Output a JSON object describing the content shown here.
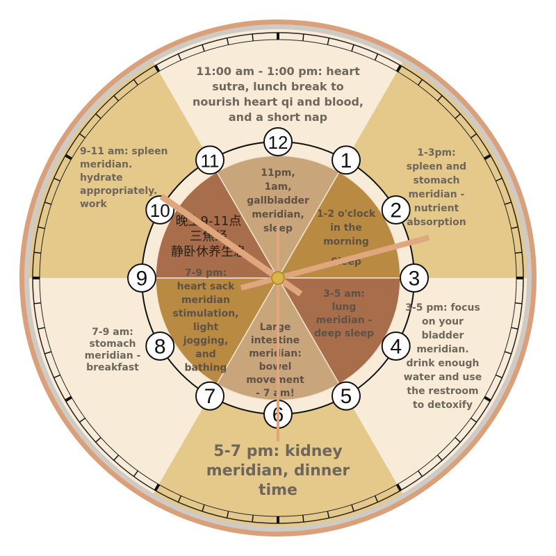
{
  "colors": {
    "rim": "#d9a07a",
    "dial_cream": "#f8ecd9",
    "dial_tan": "#e4c98b",
    "pie_light": "#c9a57b",
    "pie_gold": "#b88a42",
    "pie_brown": "#a86d4b",
    "hands": "#e0a67e",
    "text": "#6f665b"
  },
  "numerals": [
    "12",
    "1",
    "2",
    "3",
    "4",
    "5",
    "6",
    "7",
    "8",
    "9",
    "10",
    "11"
  ],
  "outer_notes": {
    "noon": [
      "11:00 am - 1:00 pm: heart",
      "sutra, lunch break to",
      "nourish heart qi and blood,",
      "and a short nap"
    ],
    "morning_9_11": [
      "9-11 am: spleen",
      "meridian.",
      "hydrate",
      "appropriately.",
      "work"
    ],
    "afternoon_1_3": [
      "1-3pm:",
      "spleen and",
      "stomach",
      "meridian -",
      "nutrient",
      "absorption"
    ],
    "morning_7_9": [
      "7-9 am:",
      "stomach",
      "meridian -",
      "breakfast"
    ],
    "afternoon_3_5": [
      "3-5 pm: focus",
      "on your",
      "bladder",
      "meridian.",
      "drink enough",
      "water and use",
      "the restroom",
      "to detoxify"
    ],
    "evening_5_7": [
      "5-7 pm: kidney",
      "meridian, dinner",
      "time"
    ]
  },
  "inner_notes": {
    "night_11_1": [
      "11pm,",
      "1am,",
      "gallbladder",
      "meridian,",
      "sleep"
    ],
    "night_1_3": [
      "1-2 o'clock",
      "in the",
      "morning",
      "Sleep"
    ],
    "night_9_11_cn": [
      "晚上9-11点",
      "三焦经",
      "静卧休养生息"
    ],
    "evening_7_9": [
      "7-9 pm:",
      "heart sack",
      "meridian",
      "stimulation,",
      "light",
      "jogging,",
      "and",
      "bathing"
    ],
    "night_3_5": [
      "3-5 am:",
      "lung",
      "meridian -",
      "deep sleep"
    ],
    "morning_5_7": [
      "Large",
      "intestine",
      "meridian:",
      "bowel",
      "movement",
      "- 7 am!"
    ]
  },
  "time_shown": {
    "hour": 10,
    "minute": 10,
    "second": 30
  }
}
